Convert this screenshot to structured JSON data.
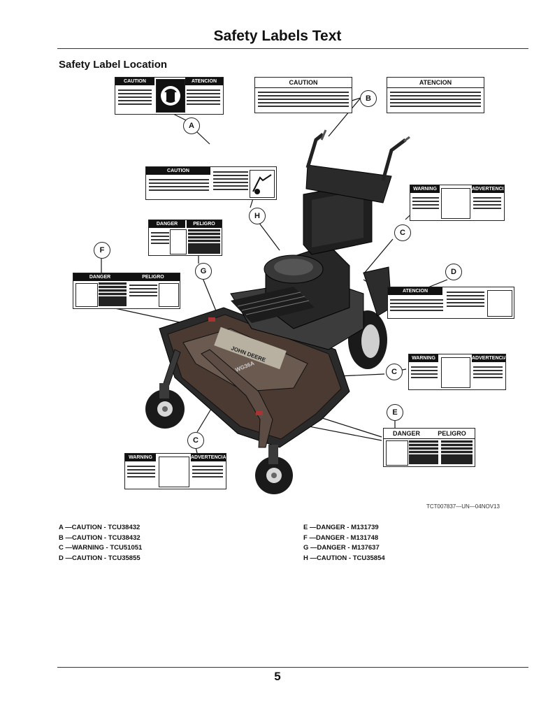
{
  "page_title": "Safety Labels Text",
  "section_title": "Safety Label Location",
  "figure_id": "TCT007837—UN—04NOV13",
  "callouts": [
    "A",
    "B",
    "C",
    "D",
    "E",
    "F",
    "G",
    "H"
  ],
  "decals": {
    "a": {
      "left": "CAUTION",
      "right": "ATENCION"
    },
    "b1": {
      "header": "CAUTION"
    },
    "b2": {
      "header": "ATENCION"
    },
    "h": {
      "header": "CAUTION"
    },
    "g": {
      "left": "DANGER",
      "right": "PELIGRO"
    },
    "f": {
      "left": "DANGER",
      "right": "PELIGRO"
    },
    "c1": {
      "left": "WARNING",
      "right": "ADVERTENCIA"
    },
    "d": {
      "header": "ATENCION"
    },
    "c2": {
      "left": "WARNING",
      "right": "ADVERTENCIA"
    },
    "e": {
      "left": "DANGER",
      "right": "PELIGRO"
    },
    "c3": {
      "left": "WARNING",
      "right": "ADVERTENCIA"
    }
  },
  "mower_brand_text": "JOHN DEERE",
  "mower_model_text": "WG36A",
  "legend_left": [
    "A —CAUTION - TCU38432",
    "B —CAUTION - TCU38432",
    "C —WARNING - TCU51051",
    "D —CAUTION - TCU35855"
  ],
  "legend_right": [
    "E —DANGER - M131739",
    "F —DANGER - M131748",
    "G —DANGER - M137637",
    "H —CAUTION - TCU35854"
  ],
  "page_number": "5"
}
